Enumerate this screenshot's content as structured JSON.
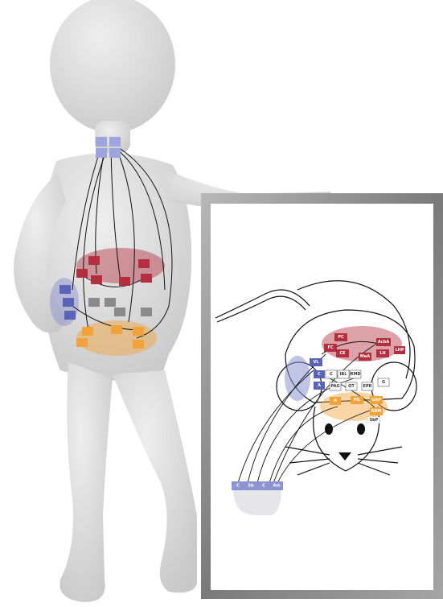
{
  "colors": {
    "background": "#ffffff",
    "figure": "#dcdcdc",
    "figure_shade": "#c6c6c6",
    "frame": "#8e8e8e",
    "blue": "#5b63b7",
    "red": "#b32e3f",
    "orange": "#f2a23a",
    "gray": "#8a8a8a",
    "lavender": "#b9bde6",
    "line": "#111111"
  },
  "mouse_board": {
    "red_nodes": [
      "PC",
      "FC",
      "CE",
      "MeA",
      "AcbA",
      "LH",
      "LHP"
    ],
    "white_nodes": [
      "C",
      "IBL",
      "RMD",
      "PAG",
      "OT",
      "EPR",
      "G"
    ],
    "blue_nodes": [
      "VL",
      "C",
      "A"
    ],
    "orange_nodes": [
      "A",
      "PIL",
      "GAP",
      "RDM",
      "SbP"
    ],
    "bottom_nodes": [
      "C",
      "Sb",
      "C",
      "Am"
    ]
  }
}
